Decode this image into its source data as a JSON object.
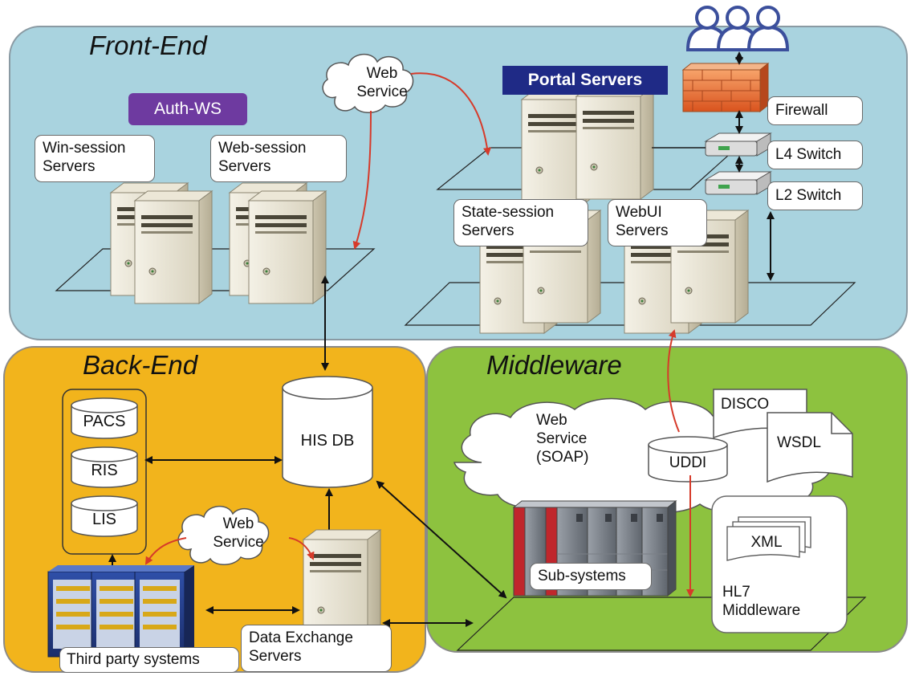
{
  "regions": {
    "front_end": "Front-End",
    "back_end": "Back-End",
    "middleware": "Middleware"
  },
  "front_end": {
    "auth_ws": "Auth-WS",
    "win_session": "Win-session\nServers",
    "web_session": "Web-session\nServers",
    "web_service": "Web\nService",
    "portal_servers": "Portal Servers",
    "firewall": "Firewall",
    "l4_switch": "L4 Switch",
    "l2_switch": "L2 Switch",
    "state_session": "State-session\nServers",
    "webui": "WebUI\nServers"
  },
  "back_end": {
    "pacs": "PACS",
    "ris": "RIS",
    "lis": "LIS",
    "his_db": "HIS DB",
    "web_service": "Web\nService",
    "third_party": "Third party systems",
    "data_exchange": "Data Exchange\nServers"
  },
  "middleware": {
    "soap": "Web\nService\n(SOAP)",
    "uddi": "UDDI",
    "disco": "DISCO",
    "wsdl": "WSDL",
    "xml": "XML",
    "hl7": "HL7\nMiddleware",
    "sub_systems": "Sub-systems"
  },
  "colors": {
    "front_end_bg": "#a9d3df",
    "back_end_bg": "#f2b41c",
    "middleware_bg": "#8dc23f",
    "auth_ws_bg": "#6e3aa0",
    "portal_bg": "#1f2a86",
    "web_service_arrow": "#d63a2a"
  }
}
